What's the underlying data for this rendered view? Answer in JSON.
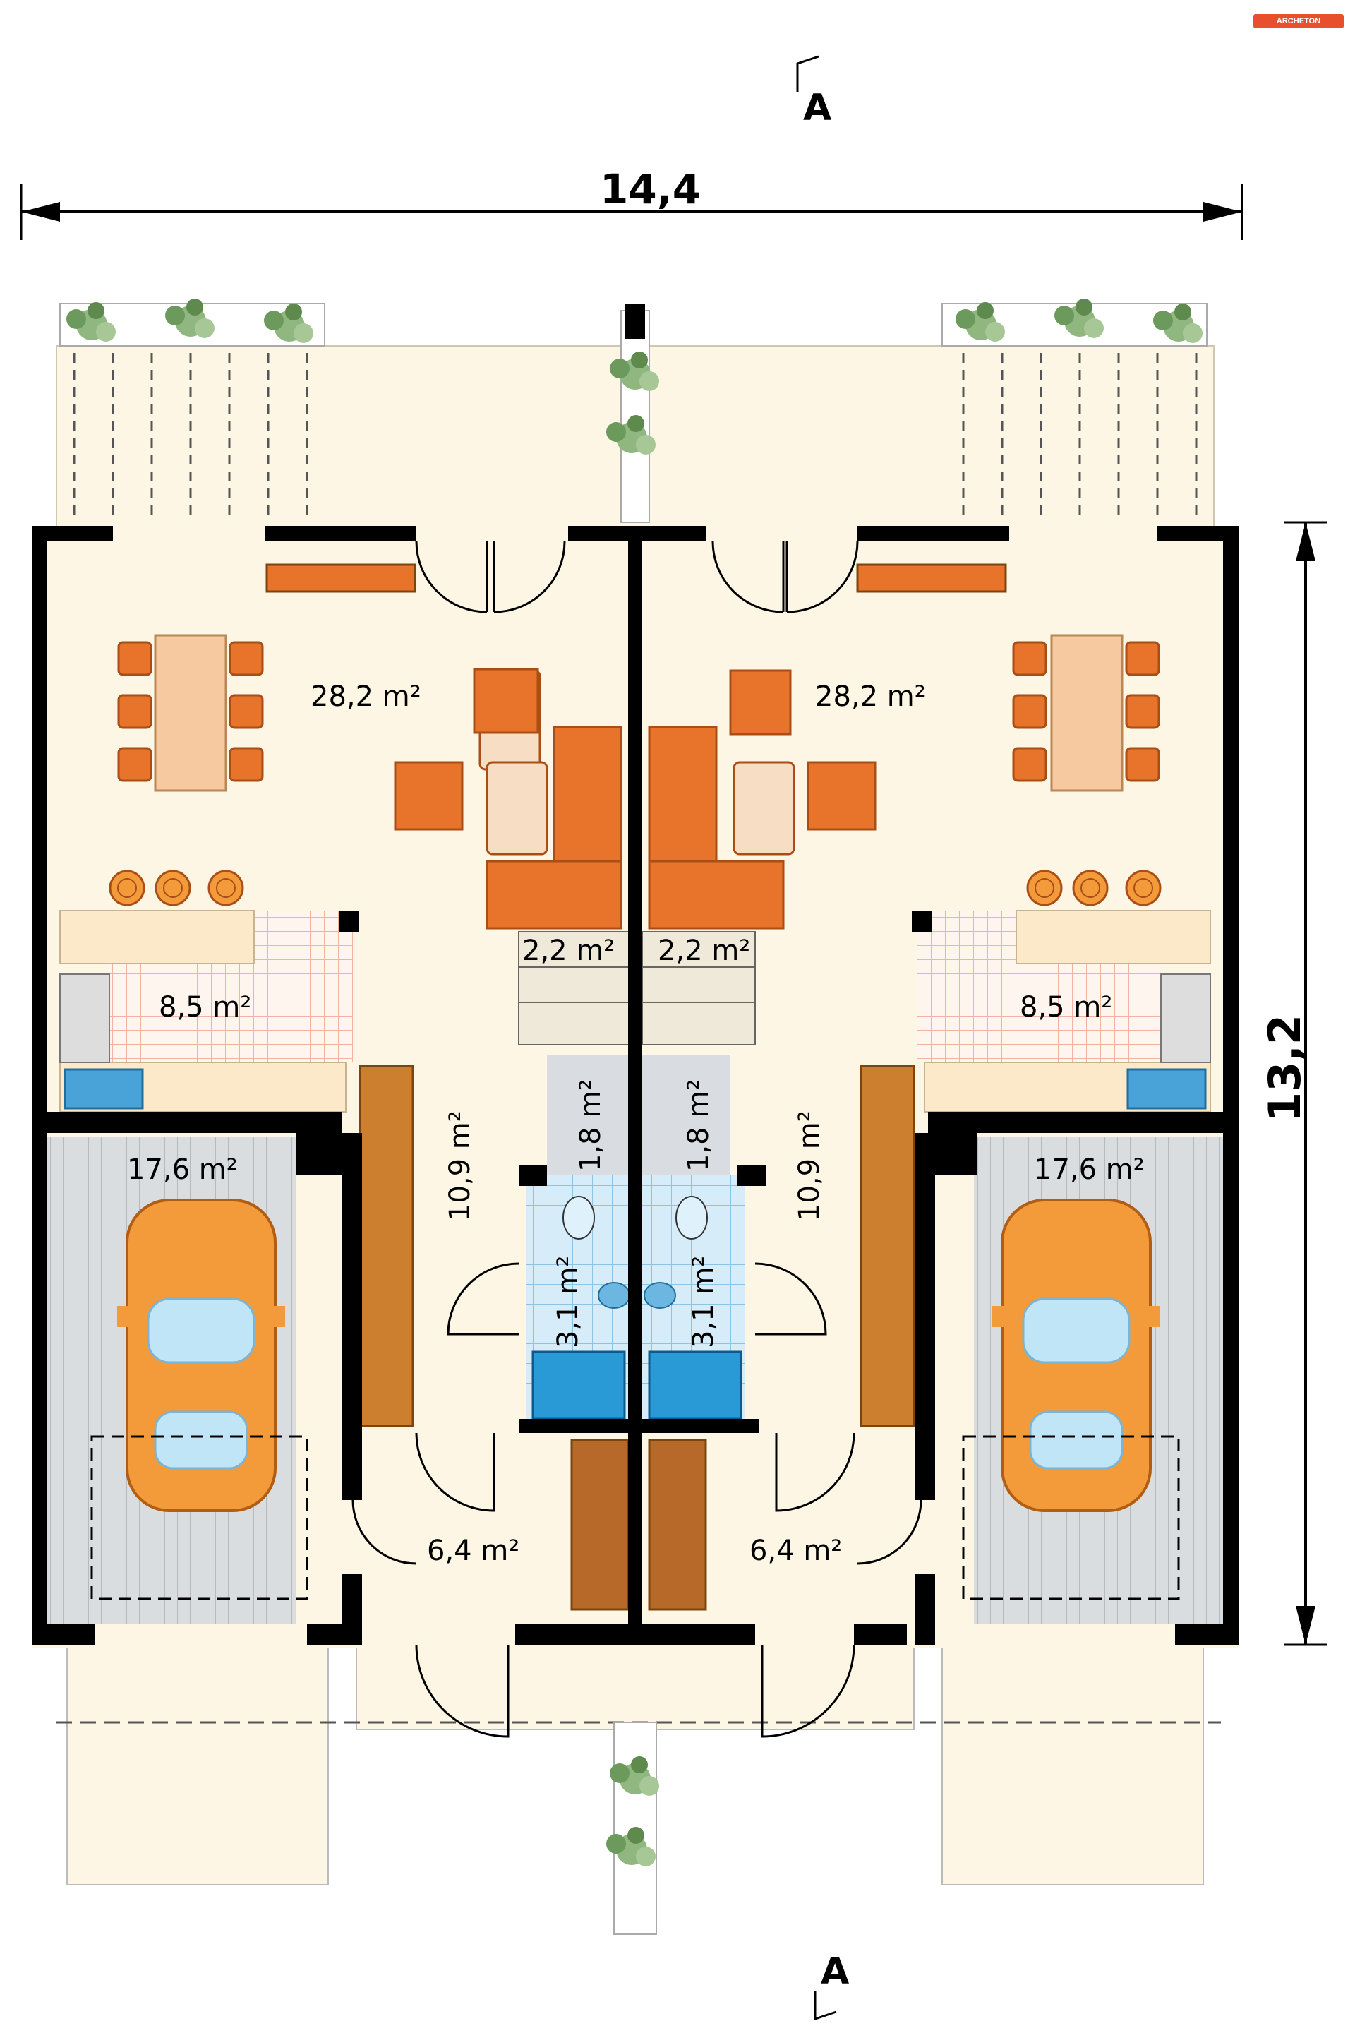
{
  "brand": {
    "logo_text": "ARCHETON"
  },
  "section_marker": {
    "label": "A"
  },
  "dimensions": {
    "width": "14,4",
    "depth": "13,2"
  },
  "rooms": {
    "living_left": "28,2 m²",
    "living_right": "28,2 m²",
    "kitchen_left": "8,5 m²",
    "kitchen_right": "8,5 m²",
    "stair_left": "2,2 m²",
    "stair_right": "2,2 m²",
    "hall_left": "10,9 m²",
    "hall_right": "10,9 m²",
    "wc_left": "1,8 m²",
    "wc_right": "1,8 m²",
    "bath_left": "3,1 m²",
    "bath_right": "3,1 m²",
    "garage_left": "17,6 m²",
    "garage_right": "17,6 m²",
    "entry_left": "6,4 m²",
    "entry_right": "6,4 m²"
  },
  "colors": {
    "floor": "#fdf6e4",
    "wall": "#000000",
    "furniture": "#e8732a",
    "table": "#f6c9a0",
    "tile": "#cfe6f5",
    "car": "#f39a3a",
    "garage_floor": "#d7d9dc",
    "plant": "#7aa46a"
  }
}
